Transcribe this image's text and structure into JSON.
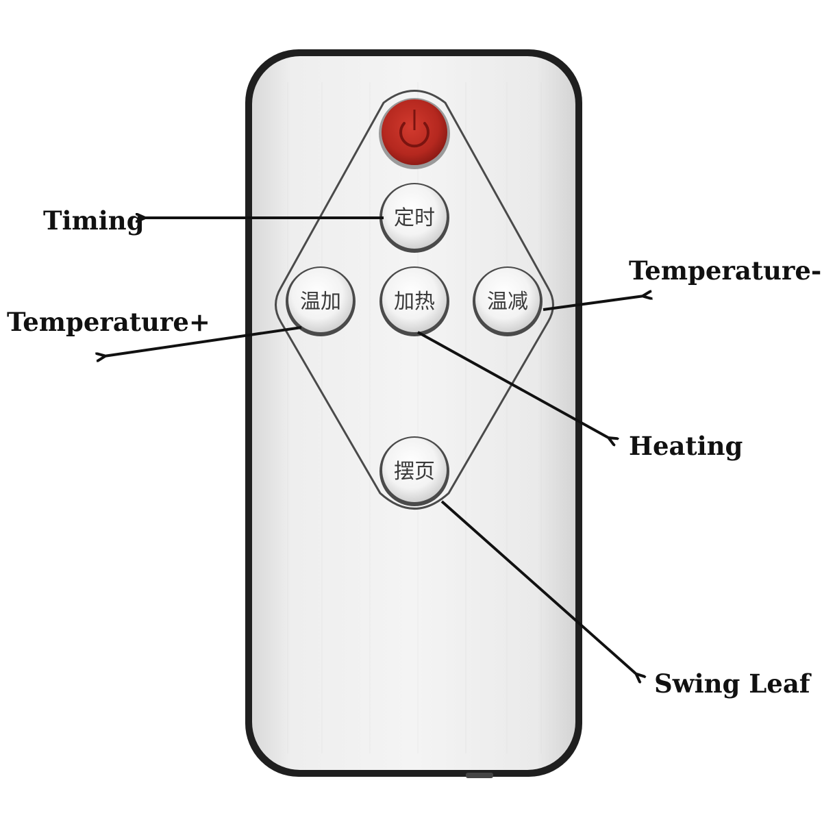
{
  "remote": {
    "buttons": {
      "power": {
        "icon": "power-icon",
        "color": "#b5281f"
      },
      "timing": {
        "label": "定时"
      },
      "temp_plus": {
        "label": "温加"
      },
      "heating": {
        "label": "加热"
      },
      "temp_minus": {
        "label": "温减"
      },
      "swing": {
        "label": "摆页"
      }
    },
    "body_color": "#ececec",
    "frame_color": "#1f1f1f"
  },
  "callouts": {
    "timing": "Timing",
    "temp_plus": "Temperature+",
    "temp_minus": "Temperature-",
    "heating": "Heating",
    "swing": "Swing Leaf"
  }
}
